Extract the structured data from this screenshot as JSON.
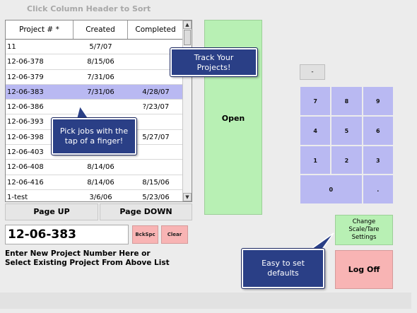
{
  "sort_hint": "Click Column Header to Sort",
  "table": {
    "headers": [
      "Project # *",
      "Created",
      "Completed"
    ],
    "rows": [
      [
        "11",
        "5/7/07",
        ""
      ],
      [
        "12-06-378",
        "8/15/06",
        ""
      ],
      [
        "12-06-379",
        "7/31/06",
        ""
      ],
      [
        "12-06-383",
        "7/31/06",
        "4/28/07"
      ],
      [
        "12-06-386",
        "",
        "?/23/07"
      ],
      [
        "12-06-393",
        "",
        ""
      ],
      [
        "12-06-398",
        "",
        "5/27/07"
      ],
      [
        "12-06-403",
        "",
        ""
      ],
      [
        "12-06-408",
        "8/14/06",
        ""
      ],
      [
        "12-06-416",
        "8/14/06",
        "8/15/06"
      ],
      [
        "1-test",
        "3/6/06",
        "5/23/06"
      ]
    ],
    "selected_row": 3
  },
  "buttons": {
    "page_up": "Page UP",
    "page_down": "Page DOWN",
    "backspace": "BckSpc",
    "clear": "Clear",
    "open": "Open",
    "dash": "-",
    "change_settings": [
      "Change",
      "Scale/Tare",
      "Settings"
    ],
    "log_off": "Log Off"
  },
  "project_input": {
    "value": "12-06-383"
  },
  "instructions": [
    "Enter New Project Number Here or",
    "Select Existing Project From Above List"
  ],
  "keypad": [
    "7",
    "8",
    "9",
    "4",
    "5",
    "6",
    "1",
    "2",
    "3",
    "0",
    "."
  ],
  "callouts": {
    "track": [
      "Track Your",
      "Projects!"
    ],
    "pick": [
      "Pick jobs with the",
      "tap of a finger!"
    ],
    "easy": [
      "Easy to set",
      "defaults"
    ]
  },
  "colors": {
    "selected_row": "#b9b9f2",
    "keypad": "#b9b9f2",
    "green_button": "#b8f0b4",
    "red_button": "#f8b4b4",
    "callout": "#2a3f86"
  }
}
